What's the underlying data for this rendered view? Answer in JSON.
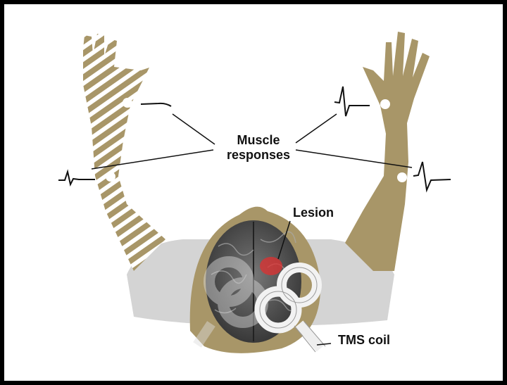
{
  "labels": {
    "muscle_line1": "Muscle",
    "muscle_line2": "responses",
    "lesion": "Lesion",
    "tms_coil": "TMS coil"
  },
  "colors": {
    "skin": "#a89668",
    "shirt": "#d4d4d4",
    "lesion": "#e03030",
    "frame": "#000000"
  }
}
